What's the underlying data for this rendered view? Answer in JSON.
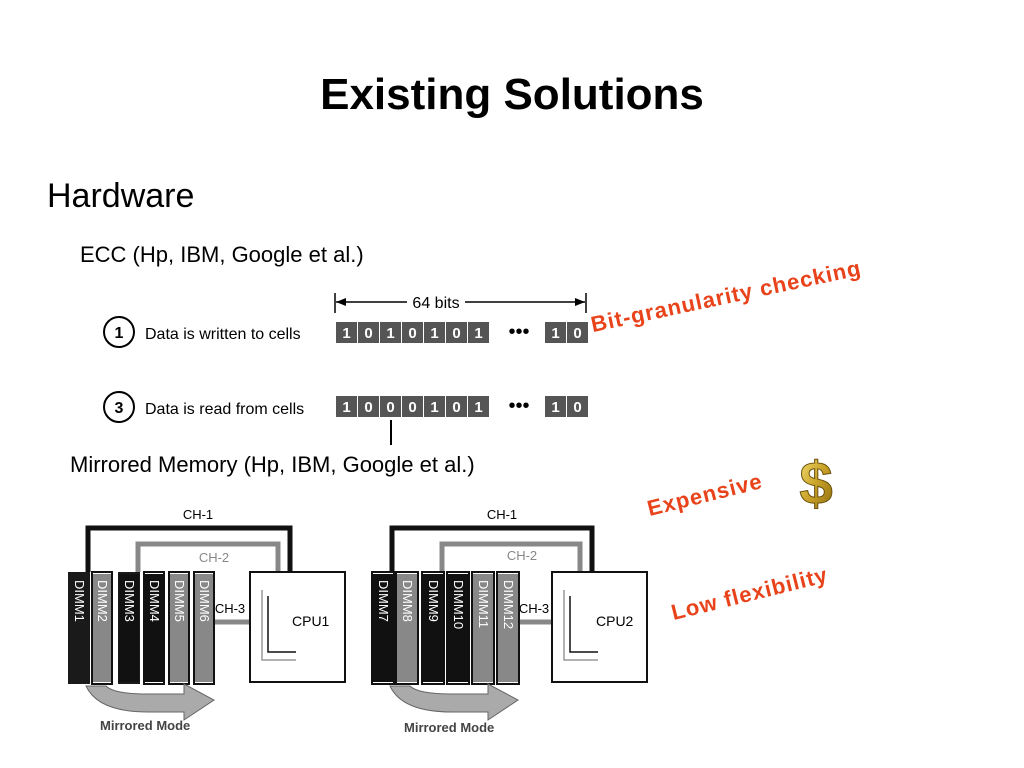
{
  "slide": {
    "title": "Existing Solutions",
    "section": "Hardware",
    "ecc_heading": "ECC (Hp, IBM, Google et al.)",
    "mirror_heading": "Mirrored Memory (Hp, IBM, Google et al.)"
  },
  "ecc_figure": {
    "width_label": "64 bits",
    "rows": [
      {
        "step": "1",
        "label": "Data is written to cells",
        "bits": [
          "1",
          "0",
          "1",
          "0",
          "1",
          "0",
          "1"
        ],
        "tail": [
          "1",
          "0"
        ]
      },
      {
        "step": "3",
        "label": "Data is read from cells",
        "bits": [
          "1",
          "0",
          "0",
          "0",
          "1",
          "0",
          "1"
        ],
        "tail": [
          "1",
          "0"
        ]
      }
    ],
    "ellipsis": "•••"
  },
  "mirror_figure": {
    "panels": [
      {
        "cpu": "CPU1",
        "dimms": [
          "DIMM1",
          "DIMM2",
          "DIMM3",
          "DIMM4",
          "DIMM5",
          "DIMM6"
        ],
        "channels": [
          "CH-1",
          "CH-2",
          "CH-3"
        ],
        "mode": "Mirrored Mode"
      },
      {
        "cpu": "CPU2",
        "dimms": [
          "DIMM7",
          "DIMM8",
          "DIMM9",
          "DIMM10",
          "DIMM11",
          "DIMM12"
        ],
        "channels": [
          "CH-1",
          "CH-2",
          "CH-3"
        ],
        "mode": "Mirrored Mode"
      }
    ]
  },
  "callouts": {
    "bit_granularity": "Bit-granularity checking",
    "expensive": "Expensive",
    "low_flexibility": "Low flexibility",
    "dollar_icon": "dollar-icon",
    "accent_color": "#e8431a",
    "dollar_color": "#c9a227"
  }
}
